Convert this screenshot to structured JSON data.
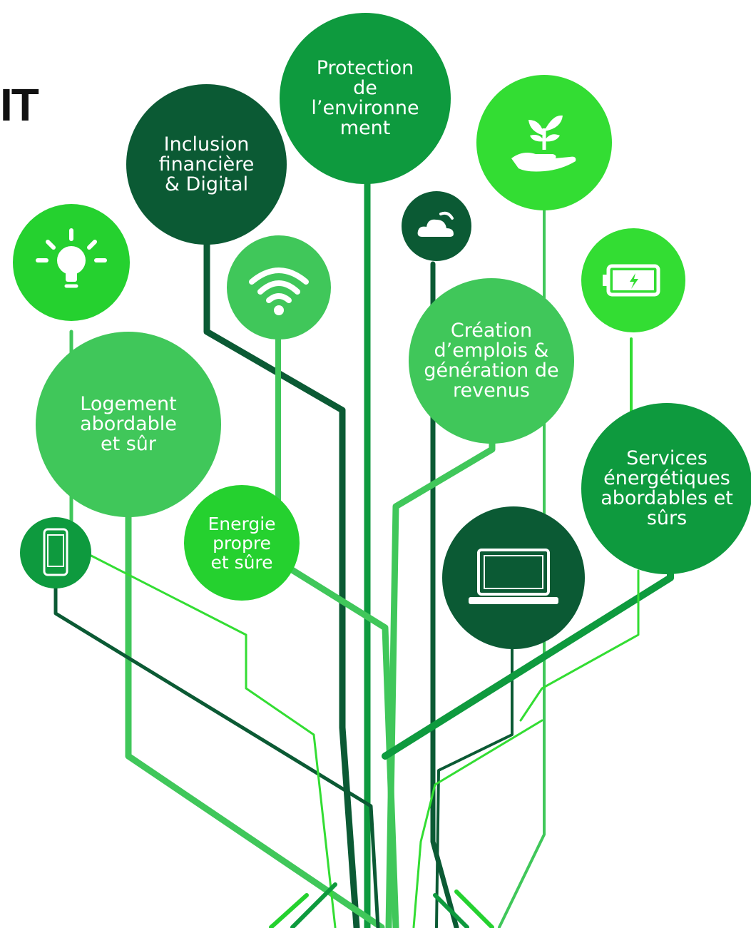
{
  "heading": "IT",
  "colors": {
    "dark_green": "#0b5a34",
    "mid_green": "#0e9a3e",
    "bright_green": "#25d12f",
    "light_green": "#40c75a",
    "lime_green": "#33dd33"
  },
  "nodes": {
    "protection": {
      "label": "Protection\nde\nl’environne\nment"
    },
    "inclusion": {
      "label": "Inclusion\nfinancière\n& Digital"
    },
    "logement": {
      "label": "Logement\nabordable\net sûr"
    },
    "energie": {
      "label": "Energie\npropre\net sûre"
    },
    "creation": {
      "label": "Création\nd’emplois &\ngénération de\nrevenus"
    },
    "services": {
      "label": "Services\nénergétiques\nabordables et\nsûrs"
    }
  },
  "icons": [
    "lightbulb-icon",
    "wifi-icon",
    "cloud-icon",
    "plant-in-hand-icon",
    "battery-icon",
    "smartphone-icon",
    "laptop-icon"
  ]
}
